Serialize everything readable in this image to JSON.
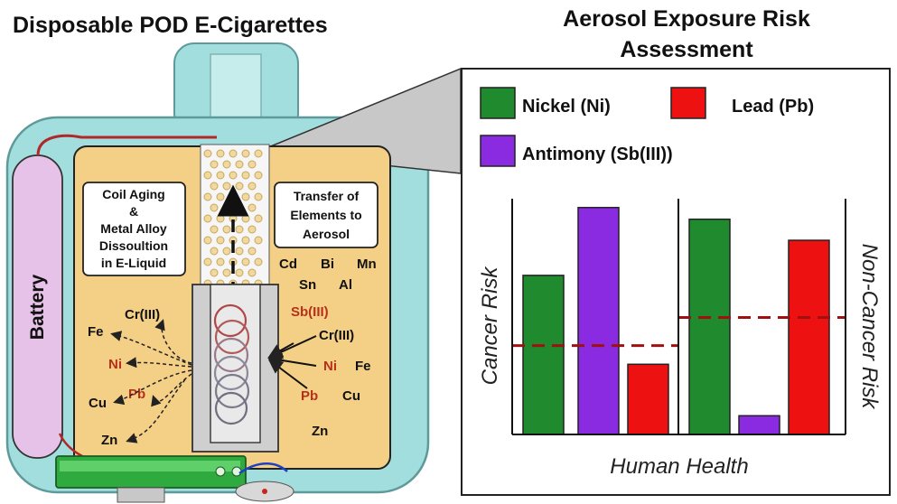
{
  "titles": {
    "left": "Disposable POD E-Cigarettes",
    "right_line1": "Aerosol Exposure Risk",
    "right_line2": "Assessment"
  },
  "device": {
    "battery_label": "Battery",
    "coil_box": [
      "Coil Aging",
      "&",
      "Metal Alloy",
      "Dissoultion",
      "in E-Liquid"
    ],
    "transfer_box": [
      "Transfer of",
      "Elements to",
      "Aerosol"
    ],
    "liquid_elements": [
      {
        "label": "Cr(III)",
        "highlight": false
      },
      {
        "label": "Fe",
        "highlight": false
      },
      {
        "label": "Ni",
        "highlight": true
      },
      {
        "label": "Pb",
        "highlight": true
      },
      {
        "label": "Cu",
        "highlight": false
      },
      {
        "label": "Zn",
        "highlight": false
      }
    ],
    "aerosol_elements": [
      {
        "label": "Cd",
        "highlight": false
      },
      {
        "label": "Bi",
        "highlight": false
      },
      {
        "label": "Mn",
        "highlight": false
      },
      {
        "label": "Sn",
        "highlight": false
      },
      {
        "label": "Al",
        "highlight": false
      },
      {
        "label": "Sb(III)",
        "highlight": true
      },
      {
        "label": "Cr(III)",
        "highlight": false
      },
      {
        "label": "Ni",
        "highlight": true
      },
      {
        "label": "Fe",
        "highlight": false
      },
      {
        "label": "Pb",
        "highlight": true
      },
      {
        "label": "Cu",
        "highlight": false
      },
      {
        "label": "Zn",
        "highlight": false
      }
    ]
  },
  "chart_data": {
    "type": "bar",
    "legend": [
      {
        "name": "Nickel (Ni)",
        "color": "#1f8a2e"
      },
      {
        "name": "Lead (Pb)",
        "color": "#ee1111"
      },
      {
        "name": "Antimony (Sb(III))",
        "color": "#8a2be2"
      }
    ],
    "groups": [
      {
        "axis_label": "Cancer Risk",
        "threshold": 0.38,
        "bars": [
          {
            "series": "Nickel (Ni)",
            "value": 0.68
          },
          {
            "series": "Antimony (Sb(III))",
            "value": 0.97
          },
          {
            "series": "Lead (Pb)",
            "value": 0.3
          }
        ]
      },
      {
        "axis_label": "Non-Cancer Risk",
        "threshold": 0.5,
        "bars": [
          {
            "series": "Nickel (Ni)",
            "value": 0.92
          },
          {
            "series": "Antimony (Sb(III))",
            "value": 0.08
          },
          {
            "series": "Lead (Pb)",
            "value": 0.83
          }
        ]
      }
    ],
    "xlabel": "Human Health",
    "ylim": [
      0,
      1
    ],
    "threshold_color": "#a01010"
  }
}
